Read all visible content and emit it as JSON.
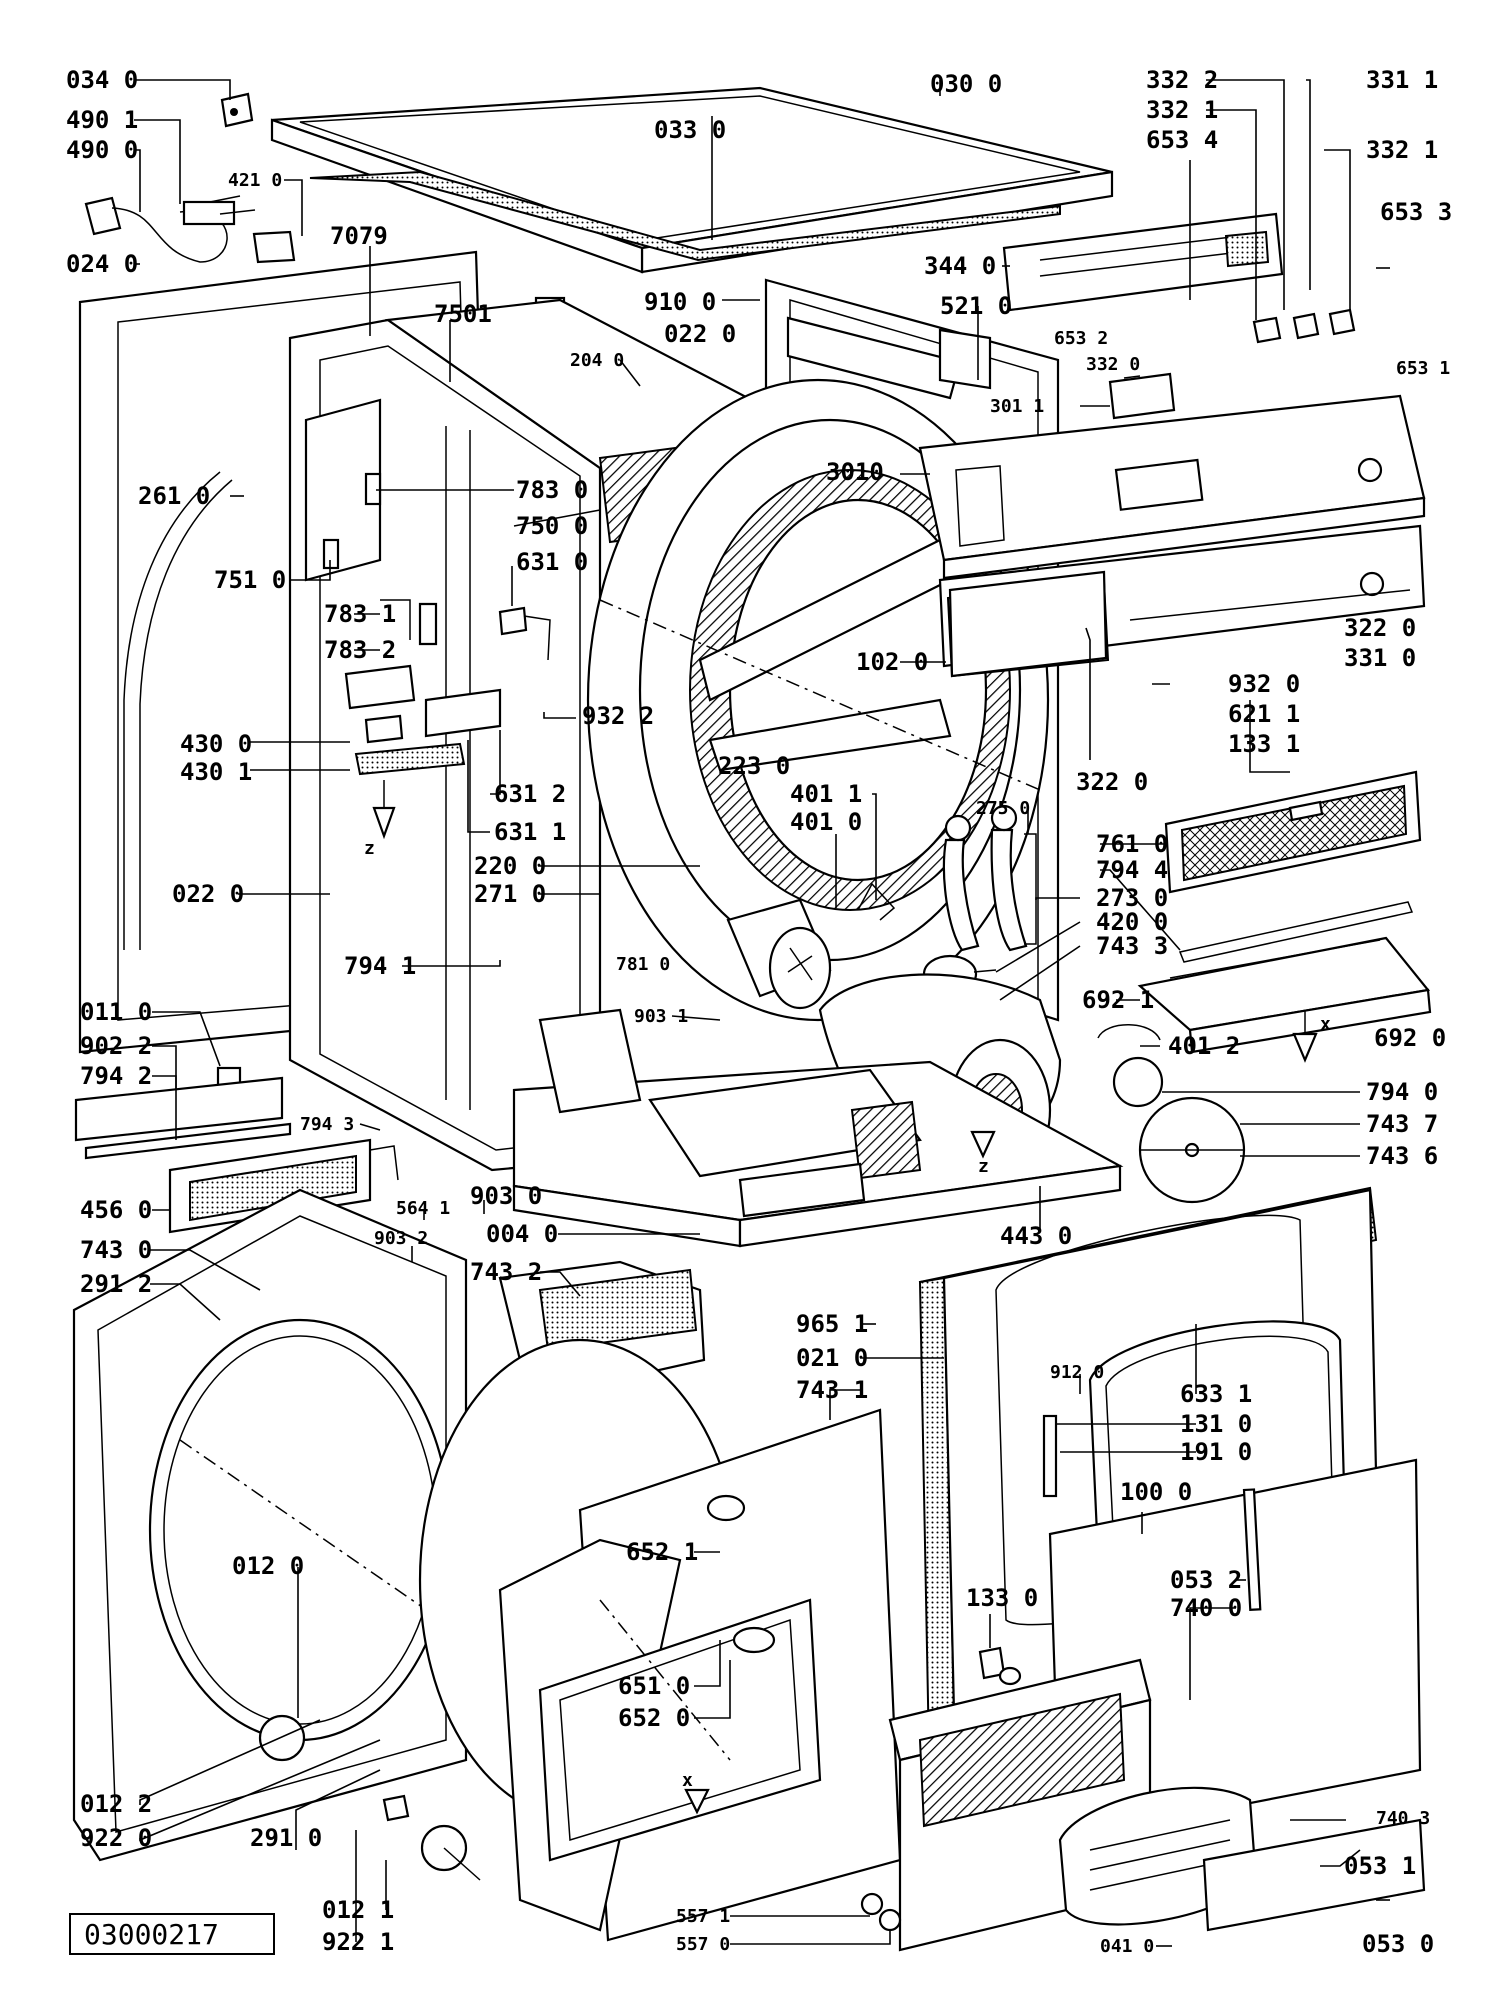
{
  "drawing_code": "03000217",
  "axis_markers": {
    "z": "z",
    "x": "x"
  },
  "callouts": [
    {
      "id": "c01",
      "text": "034 0"
    },
    {
      "id": "c02",
      "text": "490 1"
    },
    {
      "id": "c03",
      "text": "490 0"
    },
    {
      "id": "c04",
      "text": "421 0"
    },
    {
      "id": "c05",
      "text": "024 0"
    },
    {
      "id": "c06",
      "text": "7079"
    },
    {
      "id": "c07",
      "text": "033 0"
    },
    {
      "id": "c08",
      "text": "030 0"
    },
    {
      "id": "c09",
      "text": "332 2"
    },
    {
      "id": "c10",
      "text": "332 1"
    },
    {
      "id": "c11",
      "text": "653 4"
    },
    {
      "id": "c12",
      "text": "331 1"
    },
    {
      "id": "c13",
      "text": "332 1"
    },
    {
      "id": "c14",
      "text": "653 3"
    },
    {
      "id": "c15",
      "text": "344 0"
    },
    {
      "id": "c16",
      "text": "910 0"
    },
    {
      "id": "c17",
      "text": "022 0"
    },
    {
      "id": "c18",
      "text": "521 0"
    },
    {
      "id": "c19",
      "text": "7501"
    },
    {
      "id": "c20",
      "text": "204 0"
    },
    {
      "id": "c21",
      "text": "653 2"
    },
    {
      "id": "c22",
      "text": "332 0"
    },
    {
      "id": "c23",
      "text": "653 1"
    },
    {
      "id": "c24",
      "text": "301 1"
    },
    {
      "id": "c25",
      "text": "261 0"
    },
    {
      "id": "c26",
      "text": "783 0"
    },
    {
      "id": "c27",
      "text": "750 0"
    },
    {
      "id": "c28",
      "text": "3010"
    },
    {
      "id": "c29",
      "text": "751 0"
    },
    {
      "id": "c30",
      "text": "631 0"
    },
    {
      "id": "c31",
      "text": "783 1"
    },
    {
      "id": "c32",
      "text": "783 2"
    },
    {
      "id": "c33",
      "text": "102 0"
    },
    {
      "id": "c34",
      "text": "322 0"
    },
    {
      "id": "c35",
      "text": "331 0"
    },
    {
      "id": "c36",
      "text": "932 0"
    },
    {
      "id": "c37",
      "text": "621 1"
    },
    {
      "id": "c38",
      "text": "133 1"
    },
    {
      "id": "c39",
      "text": "430 0"
    },
    {
      "id": "c40",
      "text": "932 2"
    },
    {
      "id": "c41",
      "text": "430 1"
    },
    {
      "id": "c42",
      "text": "223 0"
    },
    {
      "id": "c43",
      "text": "322 0"
    },
    {
      "id": "c44",
      "text": "631 2"
    },
    {
      "id": "c45",
      "text": "401 1"
    },
    {
      "id": "c46",
      "text": "401 0"
    },
    {
      "id": "c47",
      "text": "631 1"
    },
    {
      "id": "c48",
      "text": "275 0"
    },
    {
      "id": "c49",
      "text": "220 0"
    },
    {
      "id": "c50",
      "text": "271 0"
    },
    {
      "id": "c51",
      "text": "761 0"
    },
    {
      "id": "c52",
      "text": "794 4"
    },
    {
      "id": "c53",
      "text": "273 0"
    },
    {
      "id": "c54",
      "text": "420 0"
    },
    {
      "id": "c55",
      "text": "743 3"
    },
    {
      "id": "c56",
      "text": "022 0"
    },
    {
      "id": "c57",
      "text": "794 1"
    },
    {
      "id": "c58",
      "text": "781 0"
    },
    {
      "id": "c59",
      "text": "692 1"
    },
    {
      "id": "c60",
      "text": "903 1"
    },
    {
      "id": "c61",
      "text": "692 0"
    },
    {
      "id": "c62",
      "text": "401 2"
    },
    {
      "id": "c63",
      "text": "011 0"
    },
    {
      "id": "c64",
      "text": "902 2"
    },
    {
      "id": "c65",
      "text": "794 2"
    },
    {
      "id": "c66",
      "text": "794 0"
    },
    {
      "id": "c67",
      "text": "794 3"
    },
    {
      "id": "c68",
      "text": "743 7"
    },
    {
      "id": "c69",
      "text": "743 6"
    },
    {
      "id": "c70",
      "text": "456 0"
    },
    {
      "id": "c71",
      "text": "903 0"
    },
    {
      "id": "c72",
      "text": "564 1"
    },
    {
      "id": "c73",
      "text": "004 0"
    },
    {
      "id": "c74",
      "text": "443 0"
    },
    {
      "id": "c75",
      "text": "903 2"
    },
    {
      "id": "c76",
      "text": "743 0"
    },
    {
      "id": "c77",
      "text": "291 2"
    },
    {
      "id": "c78",
      "text": "743 2"
    },
    {
      "id": "c79",
      "text": "965 1"
    },
    {
      "id": "c80",
      "text": "021 0"
    },
    {
      "id": "c81",
      "text": "743 1"
    },
    {
      "id": "c82",
      "text": "912 0"
    },
    {
      "id": "c83",
      "text": "633 1"
    },
    {
      "id": "c84",
      "text": "131 0"
    },
    {
      "id": "c85",
      "text": "191 0"
    },
    {
      "id": "c86",
      "text": "100 0"
    },
    {
      "id": "c87",
      "text": "652 1"
    },
    {
      "id": "c88",
      "text": "012 0"
    },
    {
      "id": "c89",
      "text": "133 0"
    },
    {
      "id": "c90",
      "text": "053 2"
    },
    {
      "id": "c91",
      "text": "740 0"
    },
    {
      "id": "c92",
      "text": "651 0"
    },
    {
      "id": "c93",
      "text": "652 0"
    },
    {
      "id": "c94",
      "text": "740 3"
    },
    {
      "id": "c95",
      "text": "012 2"
    },
    {
      "id": "c96",
      "text": "922 0"
    },
    {
      "id": "c97",
      "text": "291 0"
    },
    {
      "id": "c98",
      "text": "053 1"
    },
    {
      "id": "c99",
      "text": "012 1"
    },
    {
      "id": "c100",
      "text": "922 1"
    },
    {
      "id": "c101",
      "text": "557 1"
    },
    {
      "id": "c102",
      "text": "557 0"
    },
    {
      "id": "c103",
      "text": "041 0"
    },
    {
      "id": "c104",
      "text": "053 0"
    }
  ]
}
